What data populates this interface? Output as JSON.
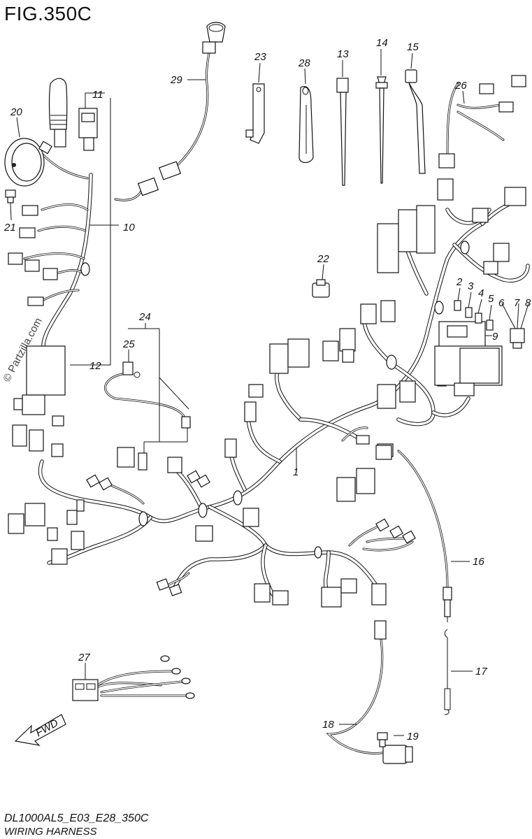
{
  "figure": {
    "title": "FIG.350C",
    "model_code": "DL1000AL5_E03_E28_350C",
    "subtitle": "WIRING HARNESS",
    "watermark": "© Partzilla.com",
    "direction_marker": "FWD"
  },
  "callouts": [
    {
      "id": "c1",
      "number": "1"
    },
    {
      "id": "c2",
      "number": "2"
    },
    {
      "id": "c3",
      "number": "3"
    },
    {
      "id": "c4",
      "number": "4"
    },
    {
      "id": "c5",
      "number": "5"
    },
    {
      "id": "c6",
      "number": "6"
    },
    {
      "id": "c7",
      "number": "7"
    },
    {
      "id": "c8",
      "number": "8"
    },
    {
      "id": "c9",
      "number": "9"
    },
    {
      "id": "c10",
      "number": "10"
    },
    {
      "id": "c11",
      "number": "11"
    },
    {
      "id": "c12",
      "number": "12"
    },
    {
      "id": "c13",
      "number": "13"
    },
    {
      "id": "c14",
      "number": "14"
    },
    {
      "id": "c15",
      "number": "15"
    },
    {
      "id": "c16",
      "number": "16"
    },
    {
      "id": "c17",
      "number": "17"
    },
    {
      "id": "c18",
      "number": "18"
    },
    {
      "id": "c19",
      "number": "19"
    },
    {
      "id": "c20",
      "number": "20"
    },
    {
      "id": "c21",
      "number": "21"
    },
    {
      "id": "c22",
      "number": "22"
    },
    {
      "id": "c23",
      "number": "23"
    },
    {
      "id": "c24",
      "number": "24"
    },
    {
      "id": "c25",
      "number": "25"
    },
    {
      "id": "c26",
      "number": "26"
    },
    {
      "id": "c27",
      "number": "27"
    },
    {
      "id": "c28",
      "number": "28"
    },
    {
      "id": "c29",
      "number": "29"
    }
  ]
}
